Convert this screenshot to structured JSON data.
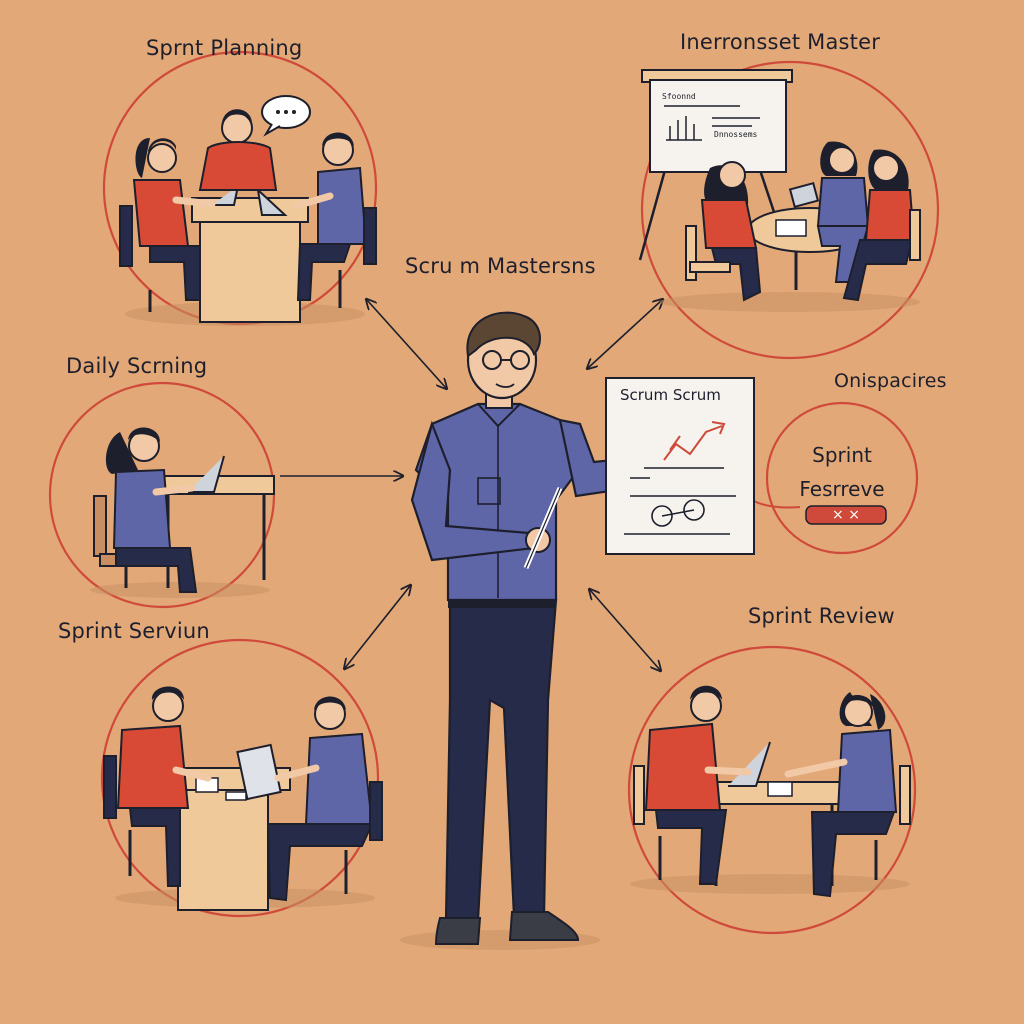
{
  "nodes": {
    "sprint_planning": "Sprnt Planning",
    "retro_master": "Inerronsset Master",
    "center": "Scru m Mastersns",
    "daily": "Daily Scrning",
    "obstacles": "Onispacires",
    "sprint_service": "Sprint Serviun",
    "sprint_review": "Sprint Review"
  },
  "whiteboard": {
    "title": "Scrum Scrum"
  },
  "flipchart": {
    "line1": "Sfoonnd",
    "line2": "Dnnossems"
  },
  "sticker": {
    "line1": "Sprint",
    "line2": "Fesrreve",
    "badge": "× ×"
  },
  "colors": {
    "background": "#e2a878",
    "circle": "#cf4a3a",
    "ink": "#1d1f2c",
    "shirt_blue": "#5f66a8",
    "shirt_red": "#d84a35",
    "pants": "#262b49",
    "table": "#efc999"
  }
}
